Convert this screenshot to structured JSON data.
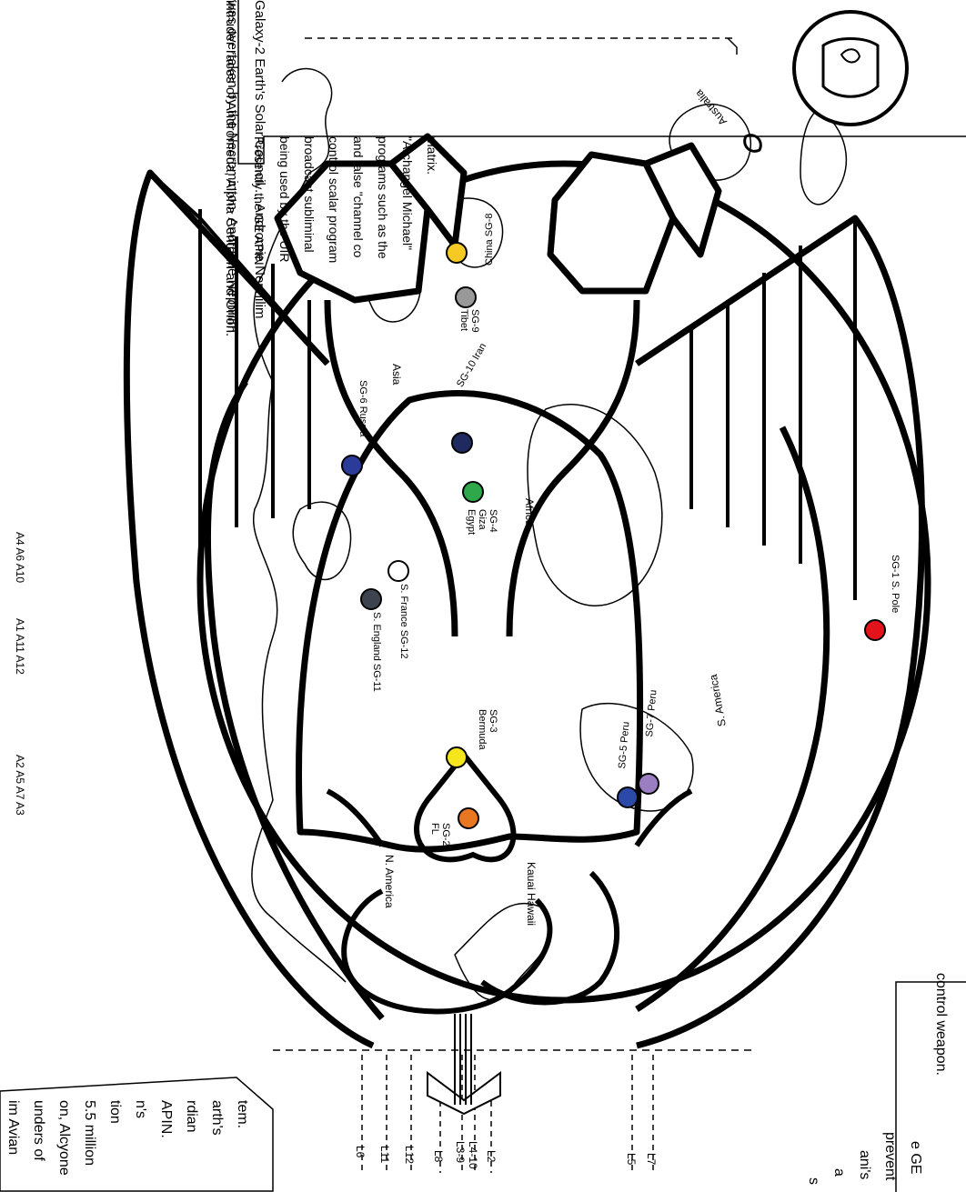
{
  "text_box_top": {
    "line1": "Galaxy-2 Earth's Solar Council..., Andromie Nephilim",
    "line2": "was overtaken by the Necrominton- Andromie Nephilim",
    "line3": "intruder races of Andromeda, Alpha Centauri and Orion.",
    "line4": "Presently the GE APIN",
    "line5": "being used by the UIR",
    "line6": "broadcast subliminal",
    "line7": "control scalar program",
    "line8": "and false \"channel co",
    "line9": "programs such as the",
    "line10": "\"Archangel Michael\"",
    "line11": "matrix."
  },
  "text_box_bottom_left": {
    "line1": "im Avian",
    "line2": "unders of",
    "line3": "on, Alcyone",
    "line4": "5.5 million",
    "line5": "tion",
    "line6": "n's",
    "line7": "APIN.",
    "line8": "rdian",
    "line9": "arth's",
    "line10": "tem."
  },
  "text_bottom_right": {
    "line1": "control weapon.",
    "line2": "e GE",
    "line3": "prevent",
    "line4": "ani's",
    "line5": "a",
    "line6": "s"
  },
  "axis_labels": {
    "a_group_1": "A2 A5 A7 A3",
    "a_group_2": "A1 A11 A12",
    "a_group_3": "A4 A6 A10"
  },
  "lines": [
    "L6",
    "L11",
    "L12",
    "L8",
    "L3-9",
    "L4-10",
    "L2",
    "L5",
    "L7"
  ],
  "regions": {
    "asia": "Asia",
    "africa": "Africa",
    "australia": "Australia",
    "n_america": "N. America",
    "s_america": "S. America",
    "kauai": "Kauai Hawaii"
  },
  "stargates": [
    {
      "label": "SG-1 S. Pole",
      "color": "#e3131b"
    },
    {
      "label": "SG-2 FL",
      "color": "#e87722"
    },
    {
      "label": "SG-3 Bermuda",
      "color": "#f4e51d"
    },
    {
      "label": "SG-4 Giza Egypt",
      "color": "#2ea84a"
    },
    {
      "label": "SG-5 Peru",
      "color": "#2b4aa8"
    },
    {
      "label": "SG-6 Russia",
      "color": "#2a3b9a"
    },
    {
      "label": "SG-7 Peru",
      "color": "#9b7dc1"
    },
    {
      "label": "China SG-8",
      "color": "#f6c924"
    },
    {
      "label": "SG-9 Tibet",
      "color": "#999999"
    },
    {
      "label": "SG-10 Iran",
      "color": "#1e2a60"
    },
    {
      "label": "S. England SG-11",
      "color": "#3d4450"
    },
    {
      "label": "S. France SG-12",
      "color": "#ffffff"
    }
  ]
}
